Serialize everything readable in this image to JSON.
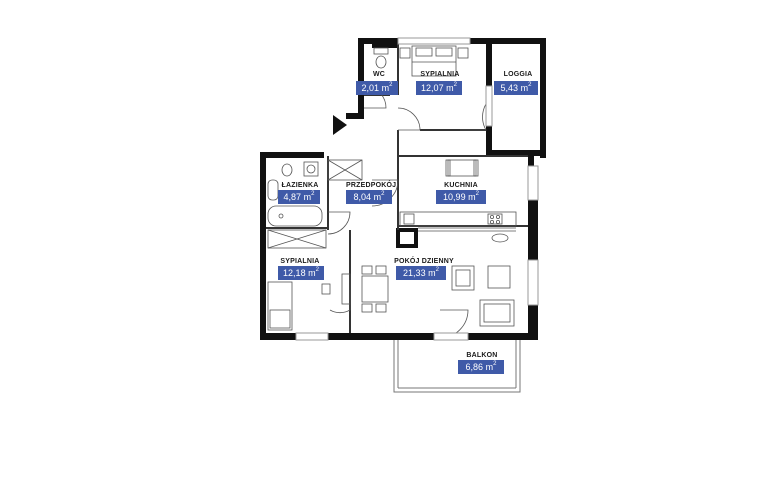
{
  "unit_label": "m",
  "unit_power": "2",
  "rooms": {
    "wc": {
      "name": "WC",
      "area": "2,01"
    },
    "sypialnia_top": {
      "name": "SYPIALNIA",
      "area": "12,07"
    },
    "loggia": {
      "name": "LOGGIA",
      "area": "5,43"
    },
    "lazienka": {
      "name": "ŁAZIENKA",
      "area": "4,87"
    },
    "przedpokoj": {
      "name": "PRZEDPOKÓJ",
      "area": "8,04"
    },
    "kuchnia": {
      "name": "KUCHNIA",
      "area": "10,99"
    },
    "sypialnia_left": {
      "name": "SYPIALNIA",
      "area": "12,18"
    },
    "pokoj_dzienny": {
      "name": "POKÓJ DZIENNY",
      "area": "21,33"
    },
    "balkon": {
      "name": "BALKON",
      "area": "6,86"
    }
  },
  "colors": {
    "badge": "#3f5aa8",
    "wall": "#111111",
    "furniture": "#555555",
    "window": "#9a9a9a"
  }
}
